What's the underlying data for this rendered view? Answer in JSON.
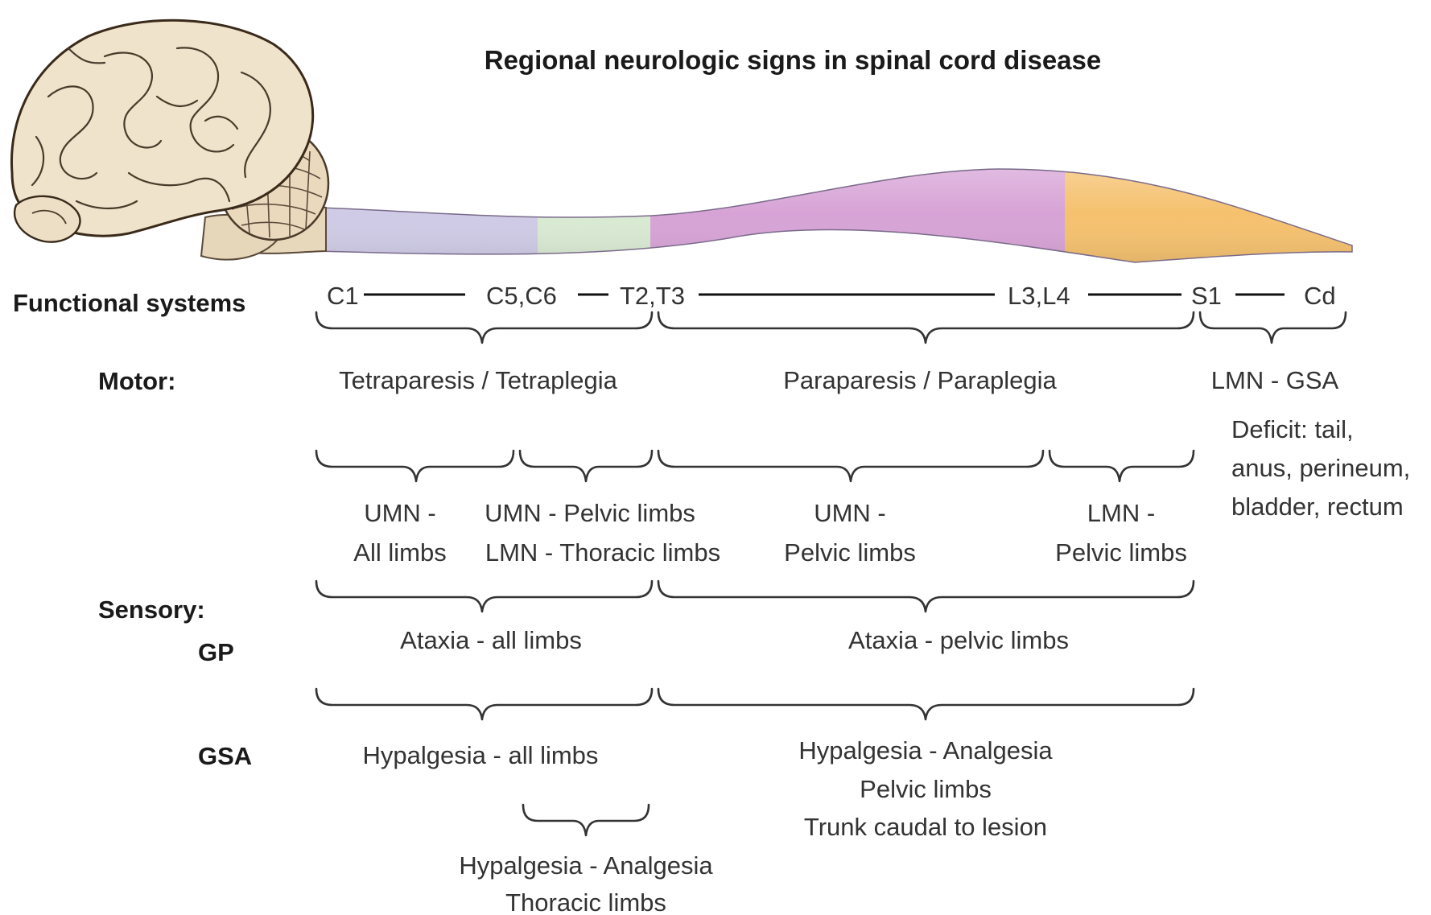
{
  "title": "Regional neurologic signs in spinal cord disease",
  "row_labels": {
    "functional_systems": "Functional systems",
    "motor": "Motor:",
    "sensory": "Sensory:",
    "gp": "GP",
    "gsa": "GSA"
  },
  "segments": {
    "c1": "C1",
    "c5c6": "C5,C6",
    "t2t3": "T2,T3",
    "l3l4": "L3,L4",
    "s1": "S1",
    "cd": "Cd"
  },
  "motor": {
    "cervical_thoracic": "Tetraparesis / Tetraplegia",
    "thoracolumbar": "Paraparesis / Paraplegia",
    "sacral": "LMN - GSA",
    "sacral_deficit": [
      "Deficit: tail,",
      "anus, perineum,",
      "bladder, rectum"
    ],
    "c1_c5": [
      "UMN -",
      "All limbs"
    ],
    "c6_t2": [
      "UMN - Pelvic limbs",
      "LMN - Thoracic limbs"
    ],
    "t3_l3": [
      "UMN -",
      "Pelvic limbs"
    ],
    "l4_s1": [
      "LMN -",
      "Pelvic limbs"
    ]
  },
  "sensory_gp": {
    "cranial": "Ataxia - all limbs",
    "caudal": "Ataxia - pelvic limbs"
  },
  "sensory_gsa": {
    "cranial": "Hypalgesia - all limbs",
    "caudal": [
      "Hypalgesia - Analgesia",
      "Pelvic limbs",
      "Trunk caudal to lesion"
    ],
    "c6_t2": [
      "Hypalgesia - Analgesia",
      "Thoracic limbs"
    ]
  },
  "colors": {
    "cervical": "#cfcbe6",
    "cervicothoracic": "#d9ead3",
    "thoracolumbar": "#d7a3d6",
    "lumbosacral": "#f5c16e",
    "brain": "#efe3cc"
  },
  "illustration": {
    "brain": "brain-illustration",
    "cord": "spinal-cord-illustration"
  }
}
